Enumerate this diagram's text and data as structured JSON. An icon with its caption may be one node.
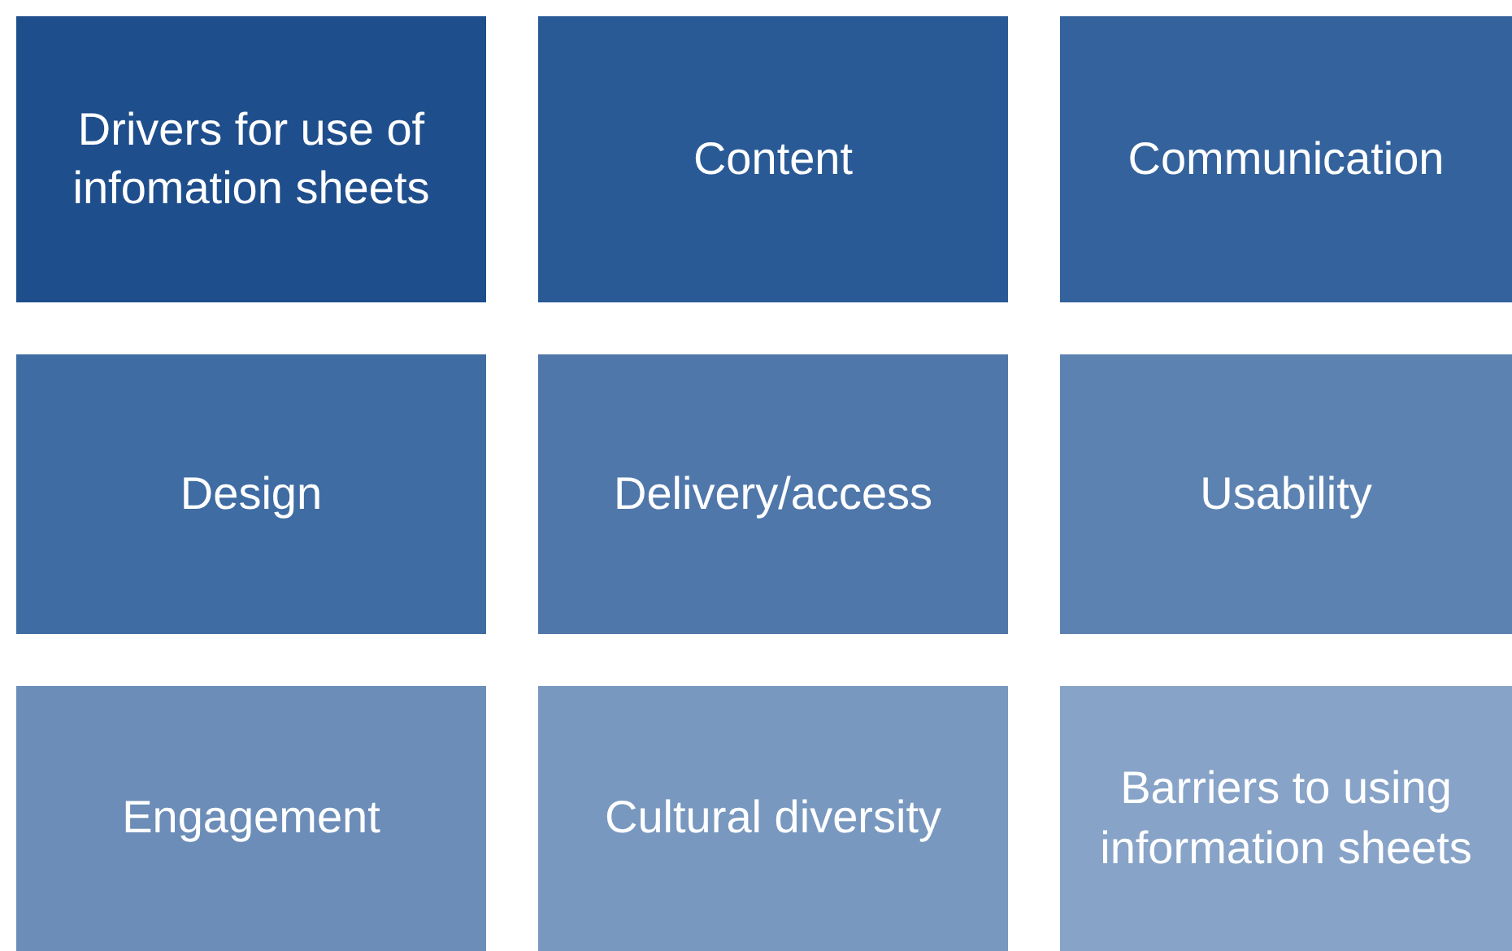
{
  "diagram": {
    "nodes": [
      {
        "text": [
          "Drivers for use of infomation sheets"
        ]
      },
      {
        "text": [
          "Content"
        ]
      },
      {
        "text": [
          "Communication"
        ]
      },
      {
        "text": [
          "Design"
        ]
      },
      {
        "text": [
          "Delivery/access"
        ]
      },
      {
        "text": [
          "Usability"
        ]
      },
      {
        "text": [
          "Engagement"
        ]
      },
      {
        "text": [
          "Cultural diversity"
        ]
      },
      {
        "text": [
          "Barriers to using information sheets"
        ]
      }
    ]
  }
}
